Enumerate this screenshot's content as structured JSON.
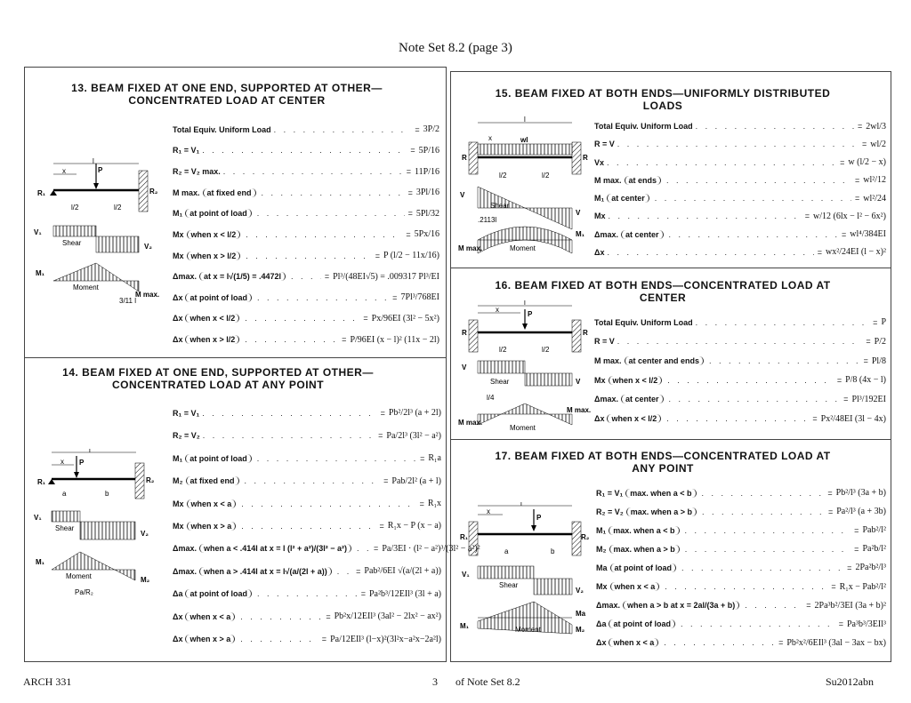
{
  "header": {
    "title": "Note Set 8.2  (page 3)"
  },
  "footer": {
    "left": "ARCH 331",
    "page_num": "3",
    "of_text": "of Note Set 8.2",
    "right": "Su2012abn"
  },
  "sections": [
    {
      "title_line1": "13.  BEAM FIXED AT ONE END, SUPPORTED AT OTHER—",
      "title_line2": "CONCENTRATED LOAD AT CENTER",
      "rows": [
        {
          "label": "Total Equiv. Uniform Load",
          "cond": "",
          "value": "3P/2"
        },
        {
          "label": "R₁ = V₁",
          "cond": "",
          "value": "5P/16"
        },
        {
          "label": "R₂ = V₂ max.",
          "cond": "",
          "value": "11P/16"
        },
        {
          "label": "M max.",
          "cond": "at fixed end",
          "value": "3Pl/16"
        },
        {
          "label": "M₁",
          "cond": "at point of load",
          "value": "5Pl/32"
        },
        {
          "label": "Mx",
          "cond": "when x < l/2",
          "value": "5Px/16"
        },
        {
          "label": "Mx",
          "cond": "when x > l/2",
          "value": "P (l/2 − 11x/16)"
        },
        {
          "label": "Δmax.",
          "cond": "at x = l√(1/5) = .4472l",
          "value": "Pl³/(48EI√5) = .009317 Pl³/EI"
        },
        {
          "label": "Δx",
          "cond": "at point of load",
          "value": "7Pl³/768EI"
        },
        {
          "label": "Δx",
          "cond": "when x < l/2",
          "value": "Px/96EI (3l² − 5x²)"
        },
        {
          "label": "Δx",
          "cond": "when x > l/2",
          "value": "P/96EI (x − l)² (11x − 2l)"
        }
      ],
      "diagram": {
        "load": "P",
        "span": "l",
        "half": "l/2",
        "x": "x",
        "r1": "R₁",
        "r2": "R₂",
        "v1": "V₁",
        "v2": "V₂",
        "m1": "M₁",
        "mmax": "M max.",
        "shear": "Shear",
        "moment": "Moment",
        "dist": "3/11 l"
      }
    },
    {
      "title_line1": "14.  BEAM FIXED AT ONE END, SUPPORTED AT OTHER—",
      "title_line2": "CONCENTRATED LOAD AT ANY POINT",
      "rows": [
        {
          "label": "R₁ = V₁",
          "cond": "",
          "value": "Pb²/2l³ (a + 2l)"
        },
        {
          "label": "R₂ = V₂",
          "cond": "",
          "value": "Pa/2l³ (3l² − a²)"
        },
        {
          "label": "M₁",
          "cond": "at point of load",
          "value": "R₁a"
        },
        {
          "label": "M₂",
          "cond": "at fixed end",
          "value": "Pab/2l² (a + l)"
        },
        {
          "label": "Mx",
          "cond": "when x < a",
          "value": "R₁x"
        },
        {
          "label": "Mx",
          "cond": "when x > a",
          "value": "R₁x − P (x − a)"
        },
        {
          "label": "Δmax.",
          "cond": "when a < .414l at x = l (l² + a²)/(3l² − a²)",
          "value": "Pa/3EI · (l² − a²)³/(3l² − a²)²"
        },
        {
          "label": "Δmax.",
          "cond": "when a > .414l at x = l√(a/(2l + a))",
          "value": "Pab²/6EI √(a/(2l + a))"
        },
        {
          "label": "Δa",
          "cond": "at point of load",
          "value": "Pa²b³/12EIl³ (3l + a)"
        },
        {
          "label": "Δx",
          "cond": "when x < a",
          "value": "Pb²x/12EIl³ (3al² − 2lx² − ax²)"
        },
        {
          "label": "Δx",
          "cond": "when x > a",
          "value": "Pa/12EIl³ (l−x)²(3l²x−a²x−2a²l)"
        }
      ],
      "diagram": {
        "load": "P",
        "span": "l",
        "x": "x",
        "a": "a",
        "b": "b",
        "r1": "R₁",
        "r2": "R₂",
        "v1": "V₁",
        "v2": "V₂",
        "m1": "M₁",
        "m2": "M₂",
        "shear": "Shear",
        "moment": "Moment",
        "ratio": "Pa/R₂"
      }
    },
    {
      "title_line1": "15.  BEAM FIXED AT BOTH ENDS—UNIFORMLY DISTRIBUTED",
      "title_line2": "LOADS",
      "rows": [
        {
          "label": "Total Equiv. Uniform Load",
          "cond": "",
          "value": "2wl/3"
        },
        {
          "label": "R = V",
          "cond": "",
          "value": "wl/2"
        },
        {
          "label": "Vx",
          "cond": "",
          "value": "w (l/2 − x)"
        },
        {
          "label": "M max.",
          "cond": "at ends",
          "value": "wl²/12"
        },
        {
          "label": "M₁",
          "cond": "at center",
          "value": "wl²/24"
        },
        {
          "label": "Mx",
          "cond": "",
          "value": "w/12 (6lx − l² − 6x²)"
        },
        {
          "label": "Δmax.",
          "cond": "at center",
          "value": "wl⁴/384EI"
        },
        {
          "label": "Δx",
          "cond": "",
          "value": "wx²/24EI (l − x)²"
        }
      ],
      "diagram": {
        "load": "wl",
        "span": "l",
        "half": "l/2",
        "x": "x",
        "r": "R",
        "v": "V",
        "m1": "M₁",
        "mmax": "M max.",
        "shear": "Shear",
        "moment": "Moment",
        "dist": ".2113l"
      }
    },
    {
      "title_line1": "16.  BEAM FIXED AT BOTH ENDS—CONCENTRATED LOAD AT",
      "title_line2": "CENTER",
      "rows": [
        {
          "label": "Total Equiv. Uniform Load",
          "cond": "",
          "value": "P"
        },
        {
          "label": "R = V",
          "cond": "",
          "value": "P/2"
        },
        {
          "label": "M max.",
          "cond": "at center and ends",
          "value": "Pl/8"
        },
        {
          "label": "Mx",
          "cond": "when x < l/2",
          "value": "P/8 (4x − l)"
        },
        {
          "label": "Δmax.",
          "cond": "at center",
          "value": "Pl³/192EI"
        },
        {
          "label": "Δx",
          "cond": "when x < l/2",
          "value": "Px²/48EI (3l − 4x)"
        }
      ],
      "diagram": {
        "load": "P",
        "span": "l",
        "half": "l/2",
        "x": "x",
        "r": "R",
        "v": "V",
        "mmax": "M max.",
        "shear": "Shear",
        "moment": "Moment",
        "quarter": "l/4"
      }
    },
    {
      "title_line1": "17.  BEAM FIXED AT BOTH ENDS—CONCENTRATED LOAD AT",
      "title_line2": "ANY POINT",
      "rows": [
        {
          "label": "R₁ = V₁",
          "cond": "max. when a < b",
          "value": "Pb²/l³ (3a + b)"
        },
        {
          "label": "R₂ = V₂",
          "cond": "max. when a > b",
          "value": "Pa²/l³ (a + 3b)"
        },
        {
          "label": "M₁",
          "cond": "max. when a < b",
          "value": "Pab²/l²"
        },
        {
          "label": "M₂",
          "cond": "max. when a > b",
          "value": "Pa²b/l²"
        },
        {
          "label": "Ma",
          "cond": "at point of load",
          "value": "2Pa²b²/l³"
        },
        {
          "label": "Mx",
          "cond": "when x < a",
          "value": "R₁x − Pab²/l²"
        },
        {
          "label": "Δmax.",
          "cond": "when a > b at x = 2al/(3a + b)",
          "value": "2Pa³b²/3EI (3a + b)²"
        },
        {
          "label": "Δa",
          "cond": "at point of load",
          "value": "Pa³b³/3EIl³"
        },
        {
          "label": "Δx",
          "cond": "when x < a",
          "value": "Pb²x²/6EIl³ (3al − 3ax − bx)"
        }
      ],
      "diagram": {
        "load": "P",
        "span": "l",
        "x": "x",
        "a": "a",
        "b": "b",
        "r1": "R₁",
        "r2": "R₂",
        "v1": "V₁",
        "v2": "V₂",
        "m1": "M₁",
        "m2": "M₂",
        "ma": "Ma",
        "shear": "Shear",
        "moment": "Moment"
      }
    }
  ]
}
